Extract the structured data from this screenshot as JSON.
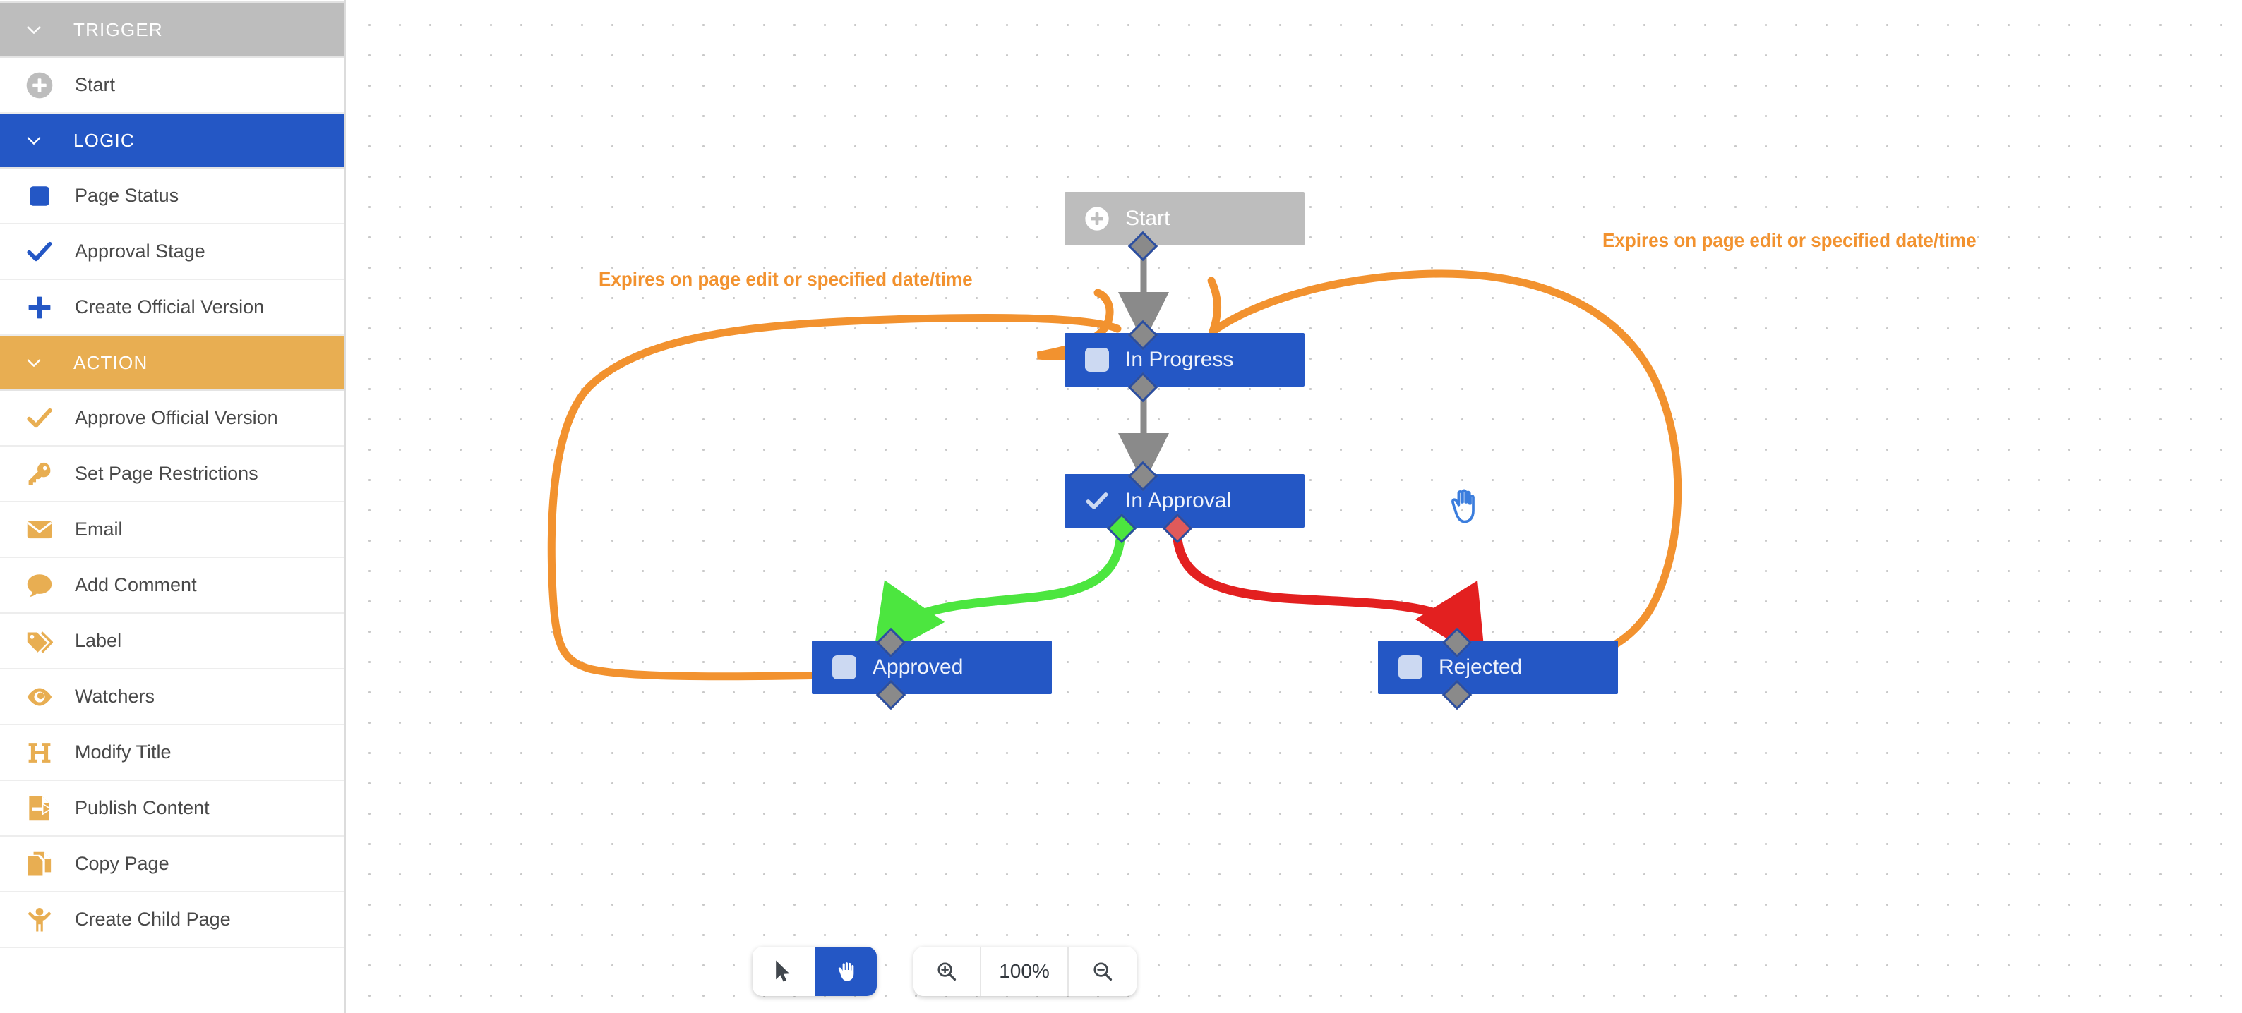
{
  "sidebar": {
    "groups": [
      {
        "label": "TRIGGER",
        "color": "#bdbdbd",
        "icon": "chevron-down-icon",
        "items": [
          {
            "label": "Start",
            "icon": "circle-plus-icon",
            "color": "#bdbdbd"
          }
        ]
      },
      {
        "label": "LOGIC",
        "color": "#2457c5",
        "icon": "chevron-down-icon",
        "items": [
          {
            "label": "Page Status",
            "icon": "square-icon",
            "color": "#2457c5"
          },
          {
            "label": "Approval Stage",
            "icon": "check-icon",
            "color": "#2457c5"
          },
          {
            "label": "Create Official Version",
            "icon": "plus-icon",
            "color": "#2457c5"
          }
        ]
      },
      {
        "label": "ACTION",
        "color": "#e8ae52",
        "icon": "chevron-down-icon",
        "items": [
          {
            "label": "Approve Official Version",
            "icon": "check-icon",
            "color": "#e8ae52"
          },
          {
            "label": "Set Page Restrictions",
            "icon": "key-icon",
            "color": "#e8ae52"
          },
          {
            "label": "Email",
            "icon": "envelope-icon",
            "color": "#e8ae52"
          },
          {
            "label": "Add Comment",
            "icon": "comment-icon",
            "color": "#e8ae52"
          },
          {
            "label": "Label",
            "icon": "tag-icon",
            "color": "#e8ae52"
          },
          {
            "label": "Watchers",
            "icon": "eye-icon",
            "color": "#e8ae52"
          },
          {
            "label": "Modify Title",
            "icon": "heading-h-icon",
            "color": "#e8ae52"
          },
          {
            "label": "Publish Content",
            "icon": "page-arrow-icon",
            "color": "#e8ae52"
          },
          {
            "label": "Copy Page",
            "icon": "copy-page-icon",
            "color": "#e8ae52"
          },
          {
            "label": "Create Child Page",
            "icon": "person-icon",
            "color": "#e8ae52"
          }
        ]
      }
    ]
  },
  "canvas": {
    "nodes": [
      {
        "id": "start",
        "label": "Start",
        "icon": "circle-plus-icon",
        "style": "grey"
      },
      {
        "id": "in-progress",
        "label": "In Progress",
        "icon": "square-icon",
        "style": "blue"
      },
      {
        "id": "in-approval",
        "label": "In Approval",
        "icon": "check-icon",
        "style": "blue"
      },
      {
        "id": "approved",
        "label": "Approved",
        "icon": "square-icon",
        "style": "blue"
      },
      {
        "id": "rejected",
        "label": "Rejected",
        "icon": "square-icon",
        "style": "blue"
      }
    ],
    "annotations": [
      {
        "id": "left-note",
        "text": "Expires on page edit or specified date/time"
      },
      {
        "id": "right-note",
        "text": "Expires on page edit or specified date/time"
      }
    ],
    "colors": {
      "node_blue": "#2457c5",
      "node_grey": "#bdbdbd",
      "approved_edge": "#4ce63f",
      "rejected_edge": "#e32020",
      "annotation": "#f2922f",
      "default_edge": "#8a8a8a"
    }
  },
  "toolbar": {
    "select_tool": "pointer-tool",
    "pan_tool": "hand-tool",
    "active_tool": "hand-tool",
    "zoom_in": "zoom-in",
    "zoom_out": "zoom-out",
    "zoom_level": "100%"
  }
}
